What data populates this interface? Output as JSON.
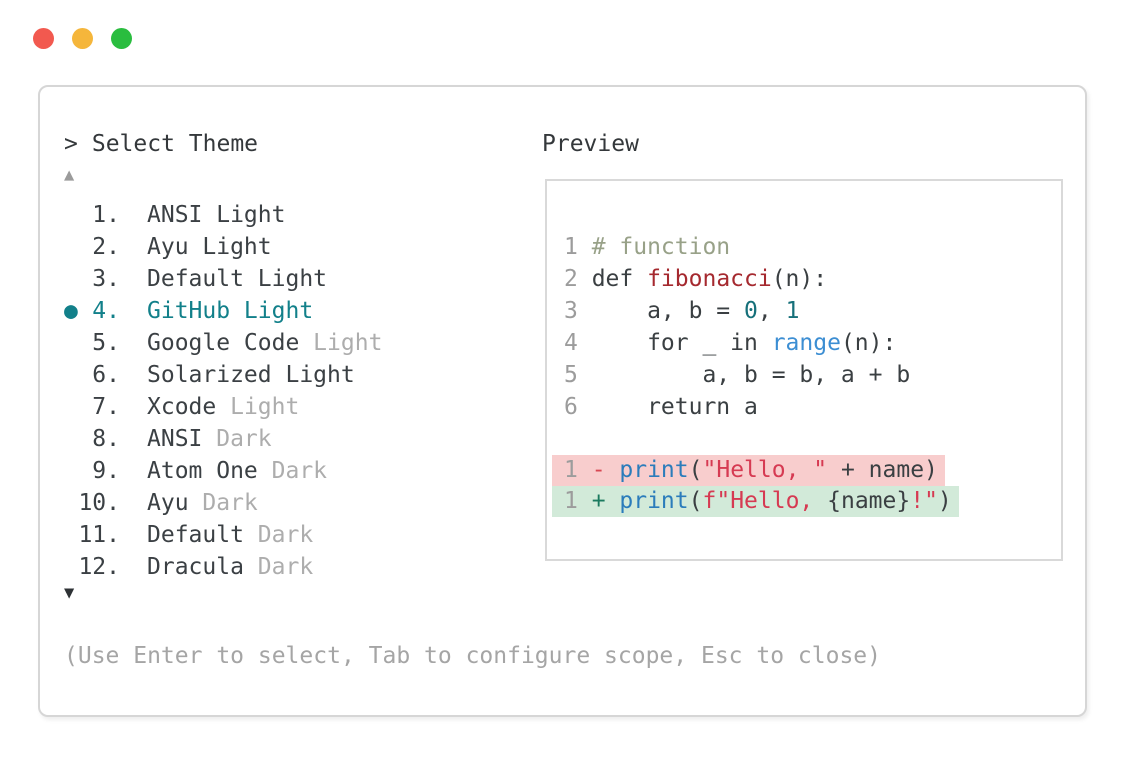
{
  "window": {
    "controls": [
      {
        "name": "close",
        "color": "#f2594f"
      },
      {
        "name": "minimize",
        "color": "#f5b63b"
      },
      {
        "name": "zoom",
        "color": "#2abd3f"
      }
    ]
  },
  "prompt": {
    "caret": ">",
    "title": "Select Theme"
  },
  "list": {
    "scroll_up_glyph": "▲",
    "scroll_down_glyph": "▼",
    "selected_item": "GitHub Light",
    "selected_marker": "●",
    "items": [
      {
        "marker": "",
        "number": "1.",
        "name": "ANSI Light",
        "suffix": ""
      },
      {
        "marker": "",
        "number": "2.",
        "name": "Ayu Light",
        "suffix": ""
      },
      {
        "marker": "",
        "number": "3.",
        "name": "Default Light",
        "suffix": ""
      },
      {
        "marker": "●",
        "number": "4.",
        "name": "GitHub Light",
        "suffix": ""
      },
      {
        "marker": "",
        "number": "5.",
        "name": "Google Code",
        "suffix": " Light"
      },
      {
        "marker": "",
        "number": "6.",
        "name": "Solarized Light",
        "suffix": ""
      },
      {
        "marker": "",
        "number": "7.",
        "name": "Xcode",
        "suffix": " Light"
      },
      {
        "marker": "",
        "number": "8.",
        "name": "ANSI",
        "suffix": " Dark"
      },
      {
        "marker": "",
        "number": "9.",
        "name": "Atom One",
        "suffix": " Dark"
      },
      {
        "marker": "",
        "number": "10.",
        "name": "Ayu",
        "suffix": " Dark"
      },
      {
        "marker": "",
        "number": "11.",
        "name": "Default",
        "suffix": " Dark"
      },
      {
        "marker": "",
        "number": "12.",
        "name": "Dracula",
        "suffix": " Dark"
      }
    ]
  },
  "preview": {
    "label": "Preview",
    "code_lines": [
      {
        "num": "1",
        "segs": [
          {
            "t": "# function"
          }
        ]
      },
      {
        "num": "2",
        "segs": [
          {
            "t": "def "
          },
          {
            "t": "fibonacci"
          },
          {
            "t": "(n):"
          }
        ]
      },
      {
        "num": "3",
        "segs": [
          {
            "t": "    a, b = "
          },
          {
            "t": "0"
          },
          {
            "t": ", "
          },
          {
            "t": "1"
          }
        ]
      },
      {
        "num": "4",
        "segs": [
          {
            "t": "    for _ in "
          },
          {
            "t": "range"
          },
          {
            "t": "(n):"
          }
        ]
      },
      {
        "num": "5",
        "segs": [
          {
            "t": "        a, b = b, a + b"
          }
        ]
      },
      {
        "num": "6",
        "segs": [
          {
            "t": "    return a"
          }
        ]
      }
    ],
    "diff_lines": [
      {
        "num": "1",
        "segs": [
          {
            "t": "- "
          },
          {
            "t": "print"
          },
          {
            "t": "("
          },
          {
            "t": "\"Hello, \""
          },
          {
            "t": " + name)"
          }
        ]
      },
      {
        "num": "1",
        "segs": [
          {
            "t": "+ "
          },
          {
            "t": "print"
          },
          {
            "t": "("
          },
          {
            "t": "f\"Hello, "
          },
          {
            "t": "{name}"
          },
          {
            "t": "!\""
          },
          {
            "t": ")"
          }
        ]
      }
    ]
  },
  "footer": {
    "help": "(Use Enter to select, Tab to configure scope, Esc to close)"
  },
  "colors": {
    "accent_teal": "#12808a",
    "text_dark": "#3b4044",
    "text_gray": "#adadad",
    "comment": "#98a188",
    "function_name": "#a5292f",
    "number_literal": "#16707a",
    "builtin": "#3c8ed3",
    "print_call": "#2b7cbb",
    "string": "#d63a52",
    "diff_minus": "#d84752",
    "diff_plus": "#1b7a5f",
    "diff_removed_bg": "#f8cdcd",
    "diff_added_bg": "#d2ead9",
    "traffic_red": "#f2594f",
    "traffic_yellow": "#f5b63b",
    "traffic_green": "#2abd3f"
  }
}
